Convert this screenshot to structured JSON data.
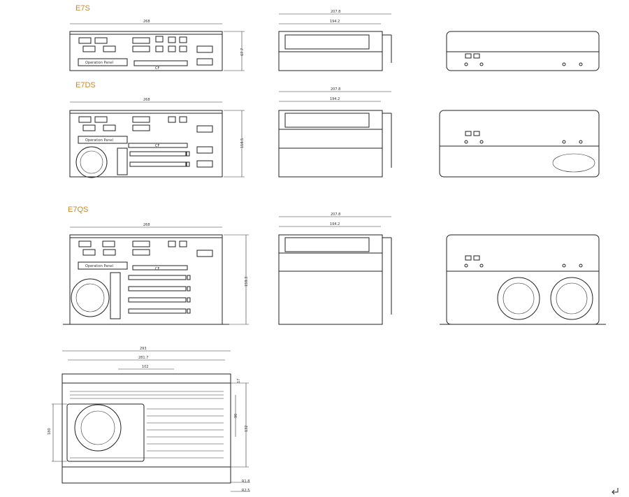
{
  "drawing": {
    "models": [
      "E7S",
      "E7DS",
      "E7QS"
    ],
    "dimensions": {
      "width_268": "268",
      "depth_207_8": "207.8",
      "depth_194_2": "194.2",
      "height_e7s": "67.7",
      "height_e7ds": "118.5",
      "height_e7qs": "159.3",
      "bottom_width_293": "293",
      "bottom_width_281_7": "281.7",
      "hole_spacing_102": "102",
      "bottom_height_180": "180",
      "bottom_height_132": "132",
      "bottom_height_90": "90",
      "bottom_small_17": "17",
      "hole_r_1_8": "R1.8",
      "hole_r_2_5": "R2.5"
    },
    "port_labels": {
      "panel_label": "Operation Panel",
      "cf_label": "CF"
    },
    "colors": {
      "title_accent": "#c9892a",
      "line": "#222222"
    }
  }
}
